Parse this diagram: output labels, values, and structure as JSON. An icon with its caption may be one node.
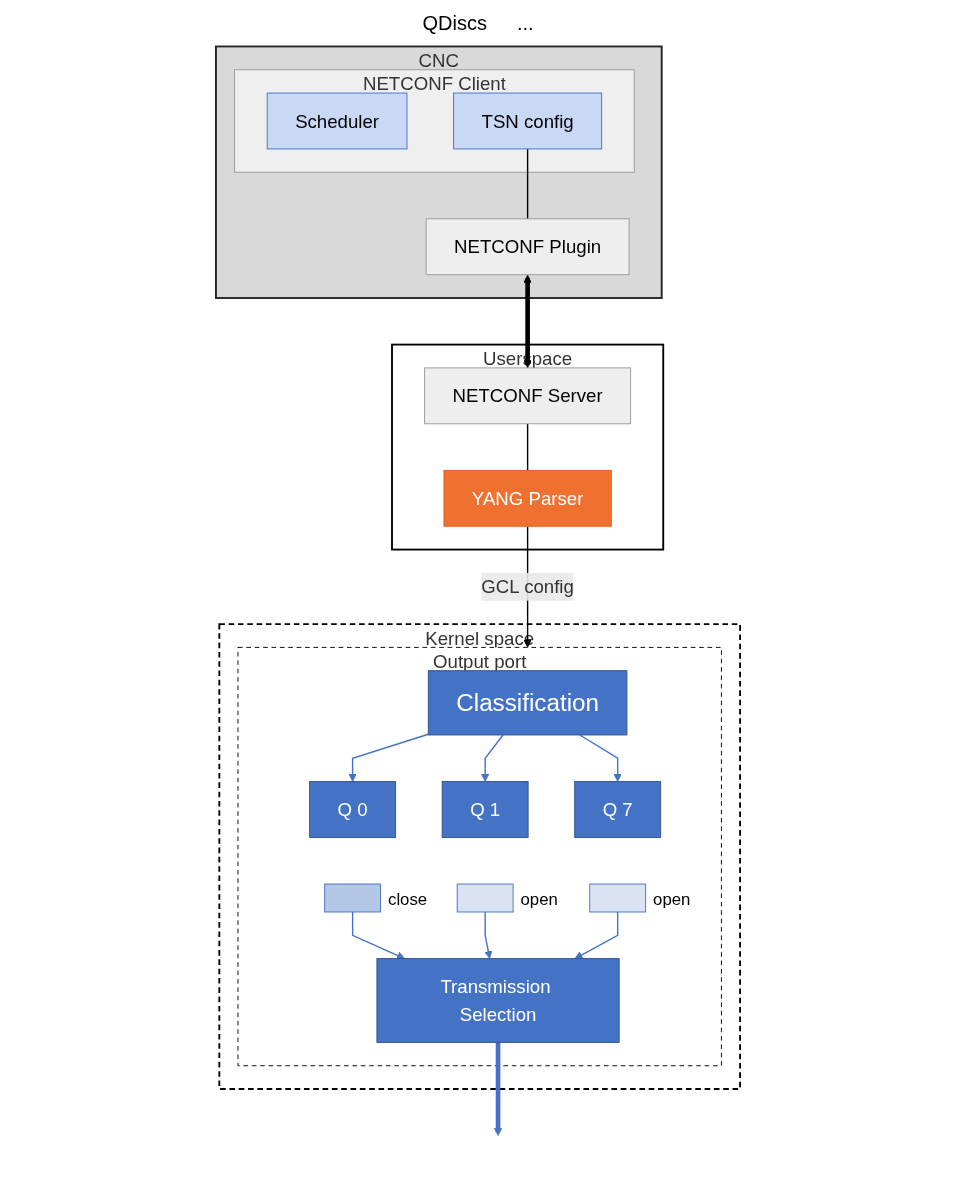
{
  "diagram": {
    "nodes": [
      {
        "text": [
          "CNC"
        ]
      },
      {
        "text": [
          "NETCONF Client"
        ],
        "in": 0
      },
      {
        "text": [
          "Scheduler"
        ],
        "in": 1
      },
      {
        "text": [
          "TSN config"
        ],
        "in": 1
      },
      {
        "text": [
          "NETCONF Plugin"
        ],
        "in": 0
      },
      {
        "text": [
          "Userspace"
        ]
      },
      {
        "text": [
          "NETCONF Server"
        ],
        "in": 5
      },
      {
        "text": [
          "YANG Parser"
        ],
        "in": 5
      },
      {
        "text": [
          "Kernel space"
        ]
      },
      {
        "text": [
          "Output port"
        ],
        "in": 8
      },
      {
        "text": [
          "Classification"
        ],
        "in": 9
      },
      {
        "text": [
          "Q 0"
        ],
        "in": 9
      },
      {
        "text": [
          "Q 1"
        ],
        "in": 9
      },
      {
        "text": [
          "Q 7"
        ],
        "in": 9
      },
      {
        "text": [],
        "shape": "box",
        "beside": [
          "close"
        ],
        "in": 9
      },
      {
        "text": [],
        "shape": "box",
        "beside": [
          "open"
        ],
        "in": 9
      },
      {
        "text": [],
        "shape": "box",
        "beside": [
          "open"
        ],
        "in": 9
      },
      {
        "text": [
          "Transmission Selection"
        ],
        "in": 9
      }
    ],
    "edges": [
      {
        "from": 3,
        "to": 4,
        "arrow": "none",
        "color": "#000000"
      },
      {
        "from": 4,
        "to": 6,
        "arrow": "both",
        "style": "thick",
        "color": "#000000"
      },
      {
        "from": 6,
        "to": 7,
        "arrow": "none",
        "color": "#000000"
      },
      {
        "from": 7,
        "to": 9,
        "arrow": "to",
        "label": "GCL config",
        "color": "#000000"
      },
      {
        "from": 10,
        "to": 11,
        "arrow": "to"
      },
      {
        "from": 10,
        "to": 12,
        "arrow": "to"
      },
      {
        "from": 10,
        "to": 13,
        "arrow": "to"
      },
      {
        "from": 14,
        "to": 17,
        "arrow": "to"
      },
      {
        "from": 15,
        "to": 17,
        "arrow": "to"
      },
      {
        "from": 16,
        "to": 17,
        "arrow": "to"
      },
      {
        "from": 17,
        "to": null,
        "arrow": "to",
        "style": "thick"
      }
    ],
    "labels": [
      "QDiscs",
      "..."
    ]
  }
}
